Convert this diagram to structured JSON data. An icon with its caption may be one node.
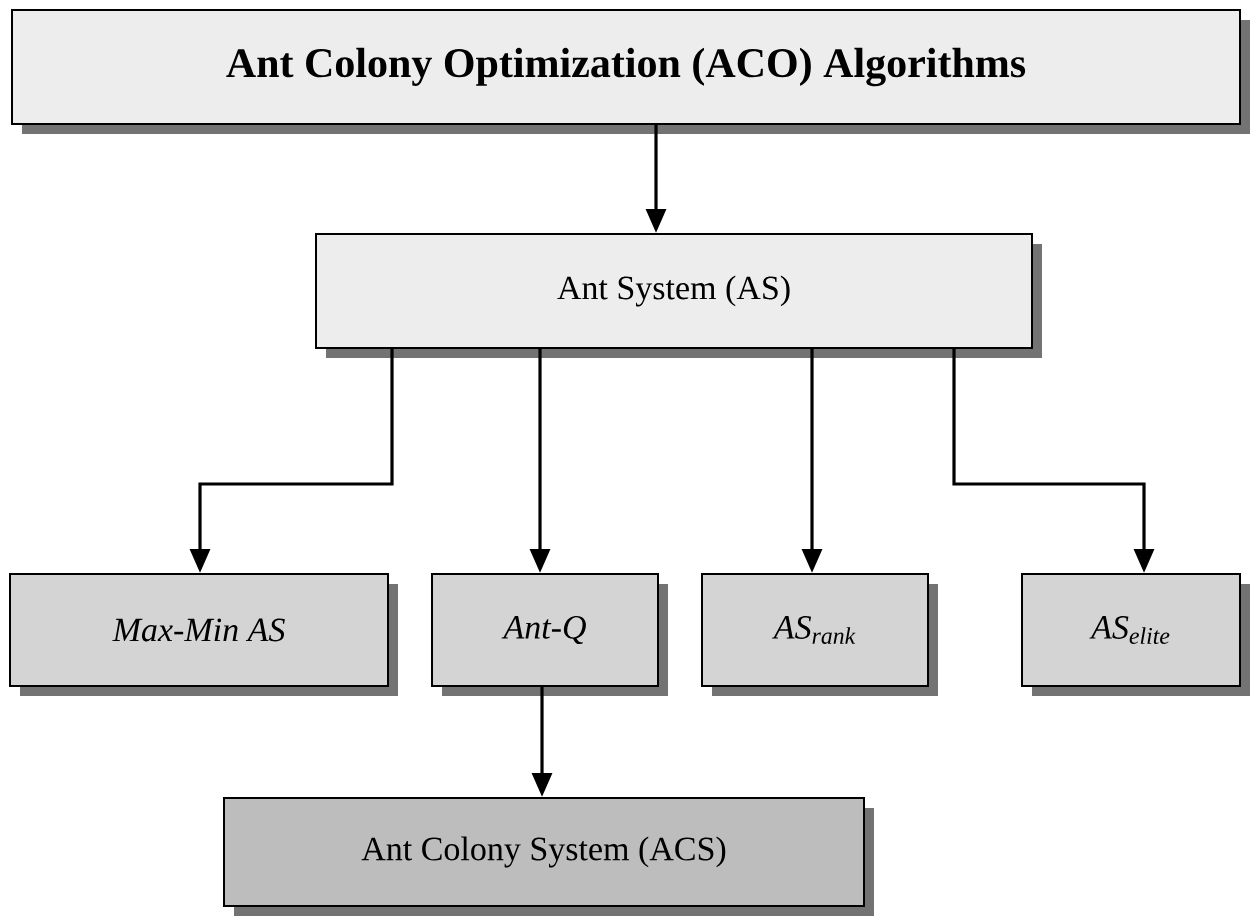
{
  "diagram": {
    "nodes": [
      {
        "text": [
          "Ant Colony Optimization (ACO) Algorithms"
        ]
      },
      {
        "text": [
          "Ant System (AS)"
        ]
      },
      {
        "text": [
          "Max-Min AS"
        ]
      },
      {
        "text": [
          "Ant-Q"
        ]
      },
      {
        "text": [
          "AS$_{rank}$"
        ]
      },
      {
        "text": [
          "AS$_{elite}$"
        ]
      },
      {
        "text": [
          "Ant Colony System (ACS)"
        ]
      }
    ],
    "edges": [
      {
        "from": 0,
        "to": 1,
        "arrow": "to"
      },
      {
        "from": 1,
        "to": 2,
        "arrow": "to"
      },
      {
        "from": 1,
        "to": 3,
        "arrow": "to"
      },
      {
        "from": 1,
        "to": 4,
        "arrow": "to"
      },
      {
        "from": 1,
        "to": 5,
        "arrow": "to"
      },
      {
        "from": 3,
        "to": 6,
        "arrow": "to"
      }
    ]
  }
}
